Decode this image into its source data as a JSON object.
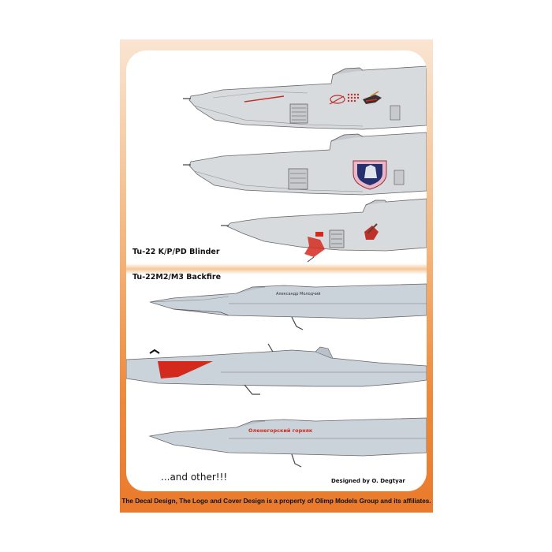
{
  "sections": {
    "blinder_title": "Tu-22 K/P/PD Blinder",
    "backfire_title": "Tu-22M2/M3 Backfire"
  },
  "profiles": {
    "backfire_nose_art_1": "Александр Молодчий",
    "backfire_nose_art_3": "Оленегорский горняк"
  },
  "closing_note": "...and other!!!",
  "designer_credit": "Designed by O. Degtyar",
  "footer": {
    "copyright": "The Decal Design, The Logo and Cover Design is a property of Olimp Models Group and its affiliates."
  },
  "colors": {
    "sheet_gradient_bottom": "#ea7a2c",
    "aircraft_grey": "#d6d9dc",
    "backfire_grey": "#c9d1d8",
    "marking_red": "#d42a1e",
    "badge_blue": "#26306e"
  }
}
